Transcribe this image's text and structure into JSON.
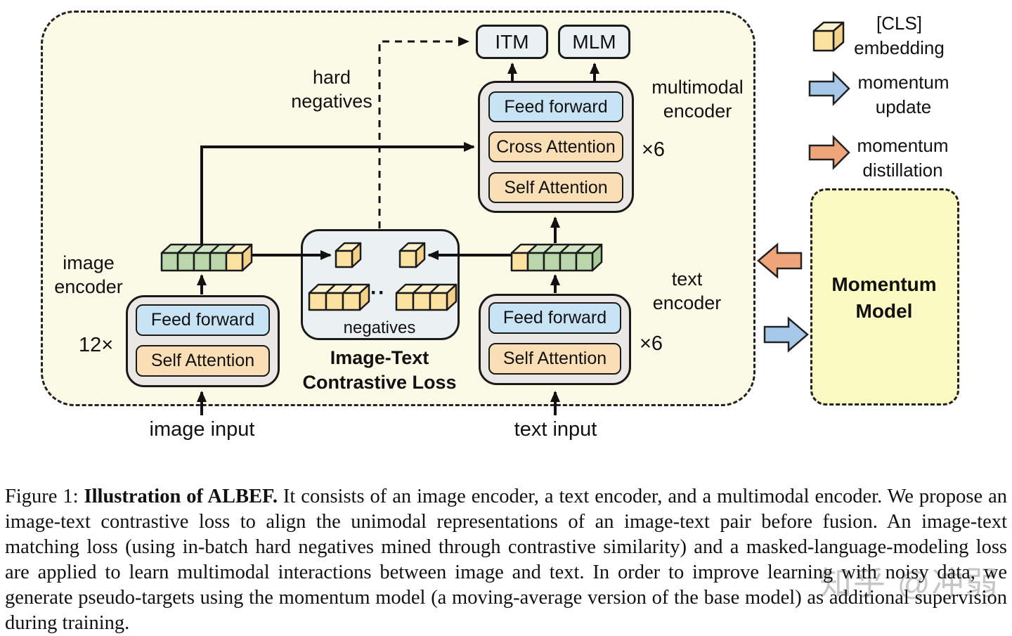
{
  "colors": {
    "diagram_bg": "#fbfae7",
    "encoder_shell_gray": "#e9e8e4",
    "feed_forward_blue": "#c8e4f4",
    "attention_orange": "#fadfb6",
    "loss_box_bg": "#ebf1f2",
    "momentum_model_yellow": "#fafac2",
    "cube_yellow": "#fbe2a1",
    "cube_green": "#b9d7ab",
    "momentum_update_blue": "#a6c8e9",
    "momentum_distillation_orange": "#f0a479"
  },
  "diagram": {
    "itm": "ITM",
    "mlm": "MLM",
    "hard_negatives": {
      "line1": "hard",
      "line2": "negatives"
    },
    "multimodal_encoder": {
      "label_line1": "multimodal",
      "label_line2": "encoder",
      "multiplier": "×6",
      "layers": [
        "Feed forward",
        "Cross Attention",
        "Self Attention"
      ]
    },
    "image_encoder": {
      "label_line1": "image",
      "label_line2": "encoder",
      "multiplier": "12×",
      "layers": [
        "Feed forward",
        "Self Attention"
      ]
    },
    "text_encoder": {
      "label_line1": "text",
      "label_line2": "encoder",
      "multiplier": "×6",
      "layers": [
        "Feed forward",
        "Self Attention"
      ]
    },
    "contrastive": {
      "negatives": "negatives",
      "ellipsis": "···",
      "title_line1": "Image-Text",
      "title_line2": "Contrastive Loss"
    },
    "image_input": "image input",
    "text_input": "text input",
    "momentum_model": {
      "line1": "Momentum",
      "line2": "Model"
    }
  },
  "legend": {
    "cls": {
      "line1": "[CLS]",
      "line2": "embedding"
    },
    "momentum_update": {
      "line1": "momentum",
      "line2": "update"
    },
    "momentum_distillation": {
      "line1": "momentum",
      "line2": "distillation"
    }
  },
  "caption": {
    "figure_label": "Figure 1: ",
    "bold_title": "Illustration of ALBEF.",
    "body": " It consists of an image encoder, a text encoder, and a multimodal encoder. We propose an image-text contrastive loss to align the unimodal representations of an image-text pair before fusion. An image-text matching loss (using in-batch hard negatives mined through contrastive similarity) and a masked-language-modeling loss are applied to learn multimodal interactions between image and text. In order to improve learning with noisy data, we generate pseudo-targets using the momentum model (a moving-average version of the base model) as additional supervision during training."
  },
  "watermark": "知乎 @冲弱"
}
